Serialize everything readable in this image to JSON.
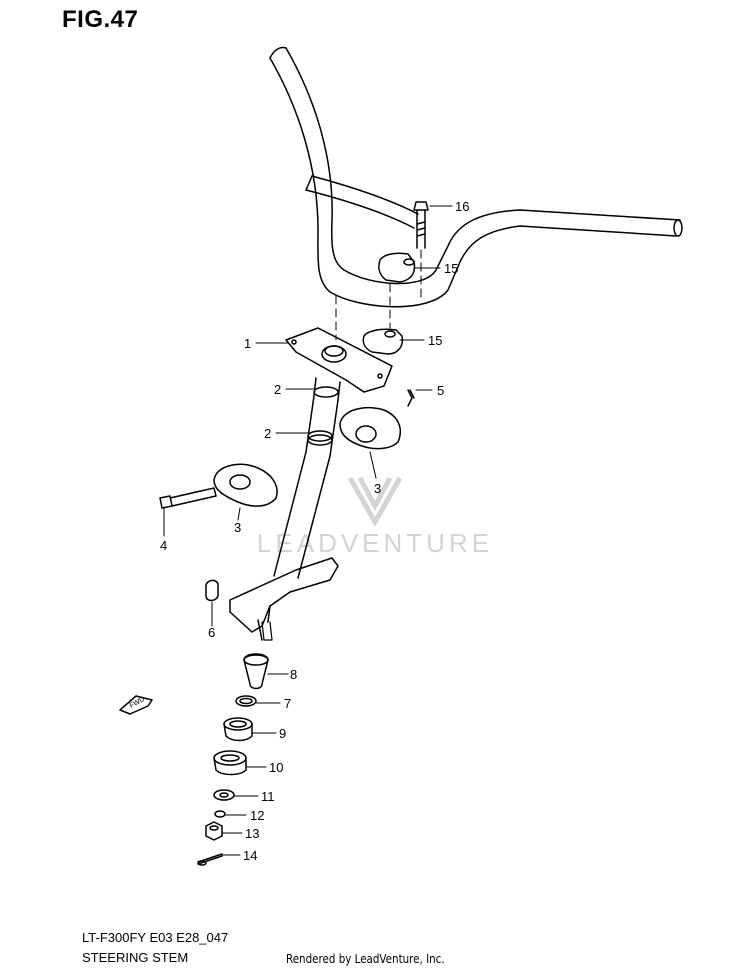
{
  "figure": {
    "title": "FIG.47",
    "model_code": "LT-F300FY E03 E28_047",
    "section_name": "STEERING STEM",
    "render_credit": "Rendered by LeadVenture, Inc.",
    "watermark": "LEADVENTURE",
    "direction_label": "FWD"
  },
  "callouts": [
    {
      "id": "c16",
      "text": "16"
    },
    {
      "id": "c15a",
      "text": "15"
    },
    {
      "id": "c15b",
      "text": "15"
    },
    {
      "id": "c1",
      "text": "1"
    },
    {
      "id": "c2a",
      "text": "2"
    },
    {
      "id": "c5",
      "text": "5"
    },
    {
      "id": "c2b",
      "text": "2"
    },
    {
      "id": "c3a",
      "text": "3"
    },
    {
      "id": "c3b",
      "text": "3"
    },
    {
      "id": "c4",
      "text": "4"
    },
    {
      "id": "c6",
      "text": "6"
    },
    {
      "id": "c8",
      "text": "8"
    },
    {
      "id": "c7",
      "text": "7"
    },
    {
      "id": "c9",
      "text": "9"
    },
    {
      "id": "c10",
      "text": "10"
    },
    {
      "id": "c11",
      "text": "11"
    },
    {
      "id": "c12",
      "text": "12"
    },
    {
      "id": "c13",
      "text": "13"
    },
    {
      "id": "c14",
      "text": "14"
    }
  ],
  "colors": {
    "line": "#000000",
    "watermark": "#d4d4d4",
    "background": "#ffffff"
  }
}
